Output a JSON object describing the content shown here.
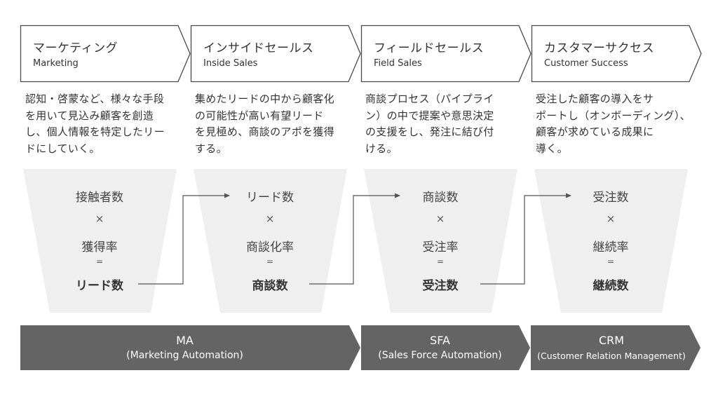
{
  "stages": [
    {
      "title_ja": "マーケティング",
      "title_en": "Marketing",
      "description": [
        "認知・啓蒙など、様々な手段",
        "を用いて見込み顧客を創造",
        "し、個人情報を特定したリー",
        "ドにしていく。"
      ],
      "formula": {
        "input": "接触者数",
        "multiply": "×",
        "rate": "獲得率",
        "equals": "=",
        "result": "リード数"
      }
    },
    {
      "title_ja": "インサイドセールス",
      "title_en": "Inside Sales",
      "description": [
        "集めたリードの中から顧客化",
        "の可能性が高い有望リード",
        "を見極め、商談のアポを獲得",
        "する。"
      ],
      "formula": {
        "input": "リード数",
        "multiply": "×",
        "rate": "商談化率",
        "equals": "=",
        "result": "商談数"
      }
    },
    {
      "title_ja": "フィールドセールス",
      "title_en": "Field Sales",
      "description": [
        "商談プロセス（パイプライ",
        "ン）の中で提案や意思決定",
        "の支援をし、発注に結び付",
        "ける。"
      ],
      "formula": {
        "input": "商談数",
        "multiply": "×",
        "rate": "受注率",
        "equals": "=",
        "result": "受注数"
      }
    },
    {
      "title_ja": "カスタマーサクセス",
      "title_en": "Customer Success",
      "description": [
        "受注した顧客の導入をサ",
        "ポートし（オンボーディング）、",
        "顧客が求めている成果に",
        "導く。"
      ],
      "formula": {
        "input": "受注数",
        "multiply": "×",
        "rate": "継続率",
        "equals": "=",
        "result": "継続数"
      }
    }
  ],
  "tools": [
    {
      "name": "MA",
      "full": "(Marketing Automation)"
    },
    {
      "name": "SFA",
      "full": "(Sales Force Automation)"
    },
    {
      "name": "CRM",
      "full": "(Customer Relation Management)"
    }
  ],
  "colors": {
    "header_stroke": "#4a4a4a",
    "funnel_fill": "#efefef",
    "tool_fill": "#646464",
    "connector": "#555555",
    "text": "#333333"
  }
}
